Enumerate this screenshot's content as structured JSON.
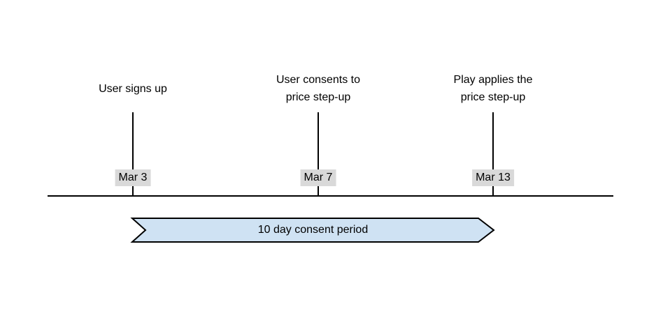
{
  "timeline": {
    "events": [
      {
        "label": "User signs up",
        "date": "Mar 3"
      },
      {
        "label": "User consents to\nprice step-up",
        "date": "Mar 7"
      },
      {
        "label": "Play applies the\nprice step-up",
        "date": "Mar 13"
      }
    ],
    "period_banner": {
      "label": "10 day consent period"
    }
  },
  "colors": {
    "background": "#ffffff",
    "text": "#000000",
    "line": "#000000",
    "date_bg": "#d9d9d9",
    "banner_fill": "#cfe2f3",
    "banner_border": "#000000"
  }
}
